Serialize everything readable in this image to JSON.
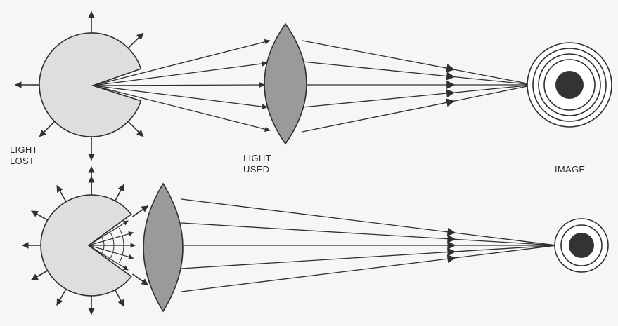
{
  "labels": {
    "light_lost": [
      "LIGHT",
      "LOST"
    ],
    "light_used": [
      "LIGHT",
      "USED"
    ],
    "image": "IMAGE"
  },
  "colors": {
    "background": "#f6f6f4",
    "source_fill": "#dededd",
    "lens_fill": "#9a9a9a",
    "ink": "#2f2f2f",
    "spot": "#333333"
  },
  "icons": {
    "top_source": "light-source-disc",
    "bottom_source": "light-source-disc-wide-notch",
    "lens": "biconvex-lens",
    "image": "concentric-rings-spot"
  }
}
